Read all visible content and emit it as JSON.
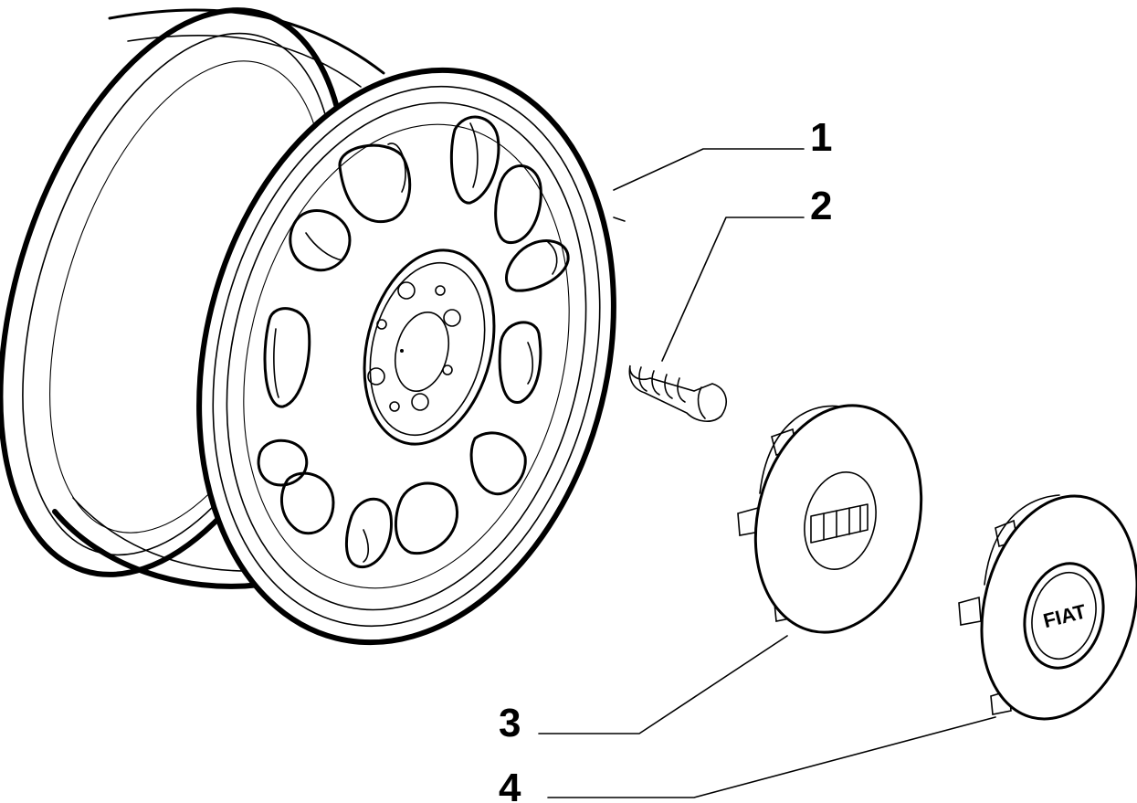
{
  "diagram": {
    "callouts": [
      {
        "id": "1",
        "label": "1",
        "part": "wheel-rim"
      },
      {
        "id": "2",
        "label": "2",
        "part": "wheel-bolt"
      },
      {
        "id": "3",
        "label": "3",
        "part": "hub-cap-plain"
      },
      {
        "id": "4",
        "label": "4",
        "part": "hub-cap-logo"
      }
    ],
    "cap_logo_text": "FIAT"
  },
  "colors": {
    "ink": "#000000",
    "paper": "#ffffff"
  }
}
